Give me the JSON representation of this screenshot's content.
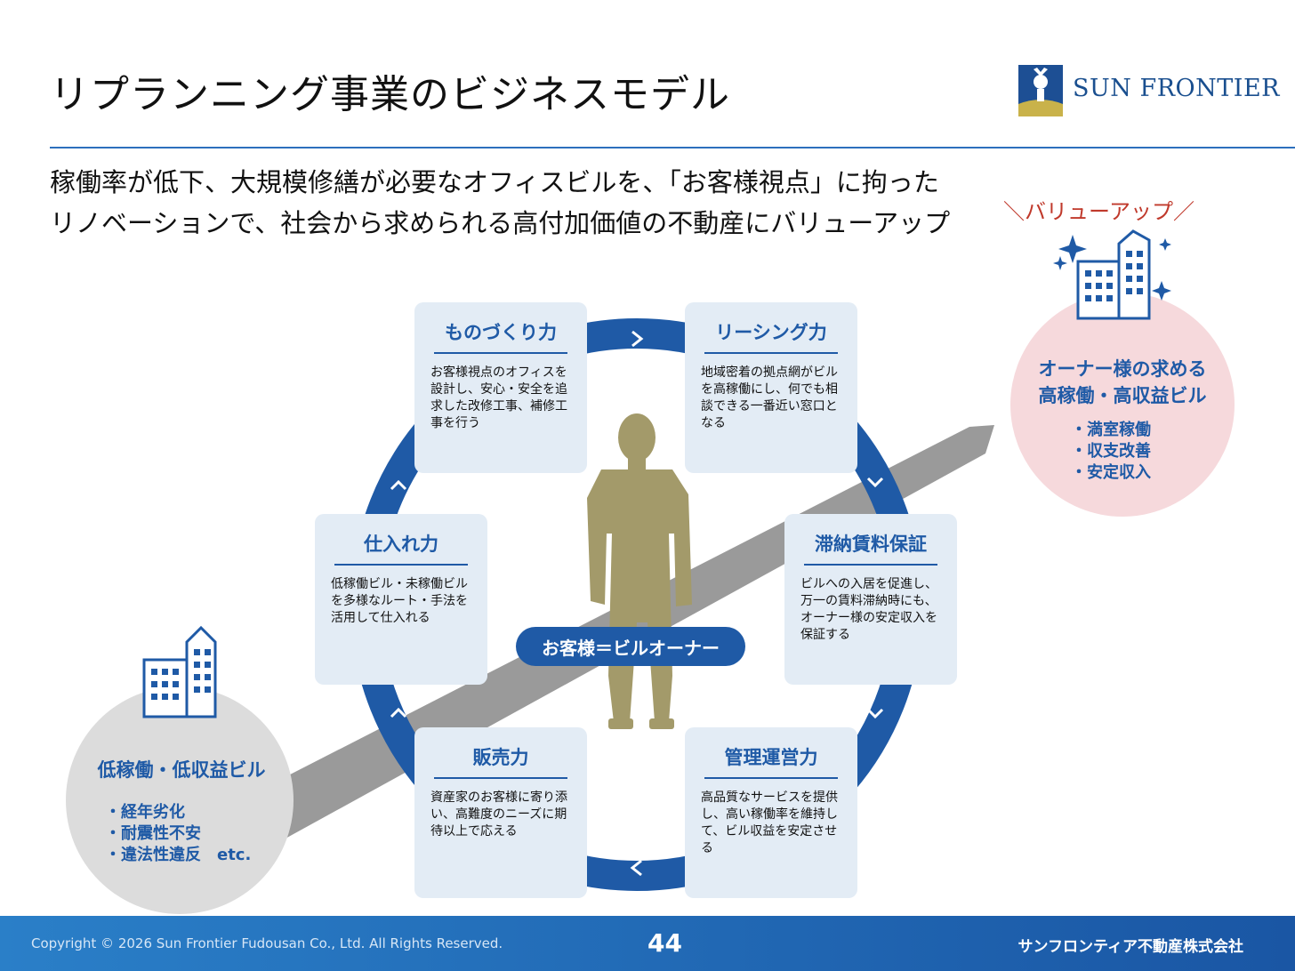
{
  "slide": {
    "title": "リプランニング事業のビジネスモデル",
    "lead_line1": "稼働率が低下、大規模修繕が必要なオフィスビルを、「お客様視点」に拘った",
    "lead_line2": "リノベーションで、社会から求められる高付加価値の不動産にバリューアップ"
  },
  "logo": {
    "text": "SUN FRONTIER"
  },
  "value_up": {
    "label": "＼バリューアップ／"
  },
  "center": {
    "label": "お客様＝ビルオーナー"
  },
  "boxes": {
    "monozukuri": {
      "title": "ものづくり力",
      "text": "お客様視点のオフィスを設計し、安心・安全を追求した改修工事、補修工事を行う"
    },
    "leasing": {
      "title": "リーシング力",
      "text": "地域密着の拠点網がビルを高稼働にし、何でも相談できる一番近い窓口となる"
    },
    "shiire": {
      "title": "仕入れ力",
      "text": "低稼働ビル・未稼働ビルを多様なルート・手法を活用して仕入れる"
    },
    "tainou": {
      "title": "滞納賃料保証",
      "text": "ビルへの入居を促進し、万一の賃料滞納時にも、オーナー様の安定収入を保証する"
    },
    "hanbai": {
      "title": "販売力",
      "text": "資産家のお客様に寄り添い、高難度のニーズに期待以上で応える"
    },
    "kanri": {
      "title": "管理運営力",
      "text": "高品質なサービスを提供し、高い稼働率を維持して、ビル収益を安定させる"
    }
  },
  "low_building": {
    "title": "低稼働・低収益ビル",
    "bullets": [
      "・経年劣化",
      "・耐震性不安",
      "・違法性違反　etc."
    ]
  },
  "high_building": {
    "title_line1": "オーナー様の求める",
    "title_line2": "高稼働・高収益ビル",
    "bullets": [
      "・満室稼働",
      "・収支改善",
      "・安定収入"
    ]
  },
  "footer": {
    "copyright": "Copyright © 2026 Sun Frontier Fudousan Co., Ltd. All Rights Reserved.",
    "page_number": "44",
    "company": "サンフロンティア不動産株式会社"
  },
  "colors": {
    "accent_blue": "#1f5aa6",
    "pink_circle": "#f6d9dc",
    "gray_circle": "#dcdcdc",
    "figure_gold": "#a39a6a"
  }
}
